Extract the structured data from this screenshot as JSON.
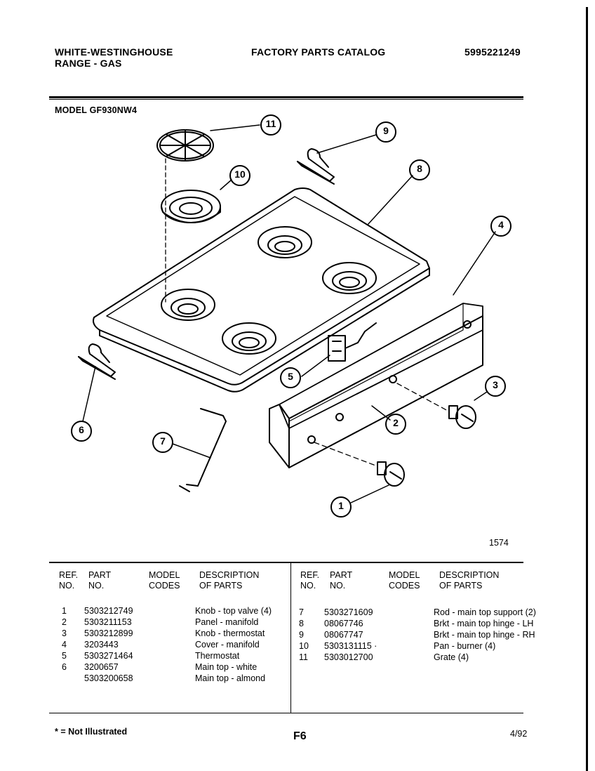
{
  "header": {
    "brand": "WHITE-WESTINGHOUSE",
    "product": "RANGE - GAS",
    "catalog_title": "FACTORY PARTS CATALOG",
    "catalog_number": "5995221249",
    "model_label": "MODEL GF930NW4"
  },
  "diagram": {
    "figure_number": "1574",
    "callouts": [
      "1",
      "2",
      "3",
      "4",
      "5",
      "6",
      "7",
      "8",
      "9",
      "10",
      "11"
    ]
  },
  "table": {
    "left": {
      "headers": {
        "ref": "REF.\nNO.",
        "part": "PART\nNO.",
        "codes": "MODEL\nCODES",
        "desc": "DESCRIPTION\nOF PARTS"
      },
      "rows": [
        {
          "ref": "1",
          "part": "5303212749",
          "desc": "Knob - top valve (4)"
        },
        {
          "ref": "2",
          "part": "5303211153",
          "desc": "Panel - manifold"
        },
        {
          "ref": "3",
          "part": "5303212899",
          "desc": "Knob - thermostat"
        },
        {
          "ref": "4",
          "part": "3203443",
          "desc": "Cover - manifold"
        },
        {
          "ref": "5",
          "part": "5303271464",
          "desc": "Thermostat"
        },
        {
          "ref": "6",
          "part": "3200657",
          "desc": "Main top - white"
        },
        {
          "ref": "",
          "part": "5303200658",
          "desc": "Main top - almond"
        }
      ]
    },
    "right": {
      "headers": {
        "ref": "REF.\nNO.",
        "part": "PART\nNO.",
        "codes": "MODEL\nCODES",
        "desc": "DESCRIPTION\nOF PARTS"
      },
      "rows": [
        {
          "ref": "7",
          "part": "5303271609",
          "desc": "Rod - main top support (2)"
        },
        {
          "ref": "8",
          "part": "08067746",
          "desc": "Brkt - main top hinge - LH"
        },
        {
          "ref": "9",
          "part": "08067747",
          "desc": "Brkt - main top hinge - RH"
        },
        {
          "ref": "10",
          "part": "5303131115 ·",
          "desc": "Pan - burner (4)"
        },
        {
          "ref": "11",
          "part": "5303012700",
          "desc": "Grate (4)"
        }
      ]
    }
  },
  "footer": {
    "note": "* = Not Illustrated",
    "page": "F6",
    "date": "4/92"
  }
}
